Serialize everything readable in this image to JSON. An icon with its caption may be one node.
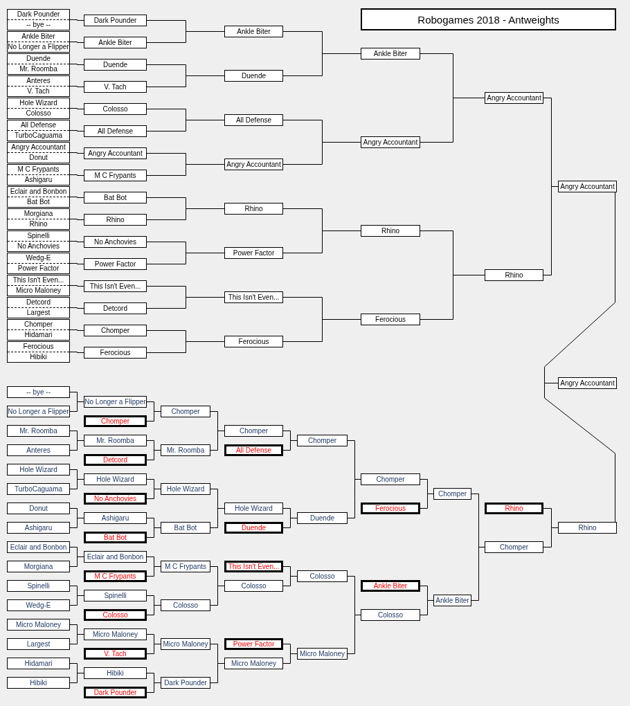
{
  "diagram": {
    "title": "Robogames 2018 - Antweights",
    "nodes": [
      {
        "text": [
          "Dark Pounder",
          "-- bye --"
        ]
      },
      {
        "text": [
          "Ankle Biter",
          "No Longer a Flipper"
        ]
      },
      {
        "text": [
          "Duende",
          "Mr. Roomba"
        ]
      },
      {
        "text": [
          "Anteres",
          "V. Tach"
        ]
      },
      {
        "text": [
          "Hole Wizard",
          "Colosso"
        ]
      },
      {
        "text": [
          "All Defense",
          "TurboCaguama"
        ]
      },
      {
        "text": [
          "Angry Accountant",
          "Donut"
        ]
      },
      {
        "text": [
          "M C Frypants",
          "Ashigaru"
        ]
      },
      {
        "text": [
          "Eclair and Bonbon",
          "Bat Bot"
        ]
      },
      {
        "text": [
          "Morgiana",
          "Rhino"
        ]
      },
      {
        "text": [
          "Spinelli",
          "No Anchovies"
        ]
      },
      {
        "text": [
          "Wedg-E",
          "Power Factor"
        ]
      },
      {
        "text": [
          "This Isn't Even...",
          "Micro Maloney"
        ]
      },
      {
        "text": [
          "Detcord",
          "Largest"
        ]
      },
      {
        "text": [
          "Chomper",
          "Hidamari"
        ]
      },
      {
        "text": [
          "Ferocious",
          "Hibiki"
        ]
      },
      {
        "text": [
          "Dark Pounder"
        ]
      },
      {
        "text": [
          "Ankle Biter"
        ]
      },
      {
        "text": [
          "Duende"
        ]
      },
      {
        "text": [
          "V. Tach"
        ]
      },
      {
        "text": [
          "Colosso"
        ]
      },
      {
        "text": [
          "All Defense"
        ]
      },
      {
        "text": [
          "Angry Accountant"
        ]
      },
      {
        "text": [
          "M C Frypants"
        ]
      },
      {
        "text": [
          "Bat Bot"
        ]
      },
      {
        "text": [
          "Rhino"
        ]
      },
      {
        "text": [
          "No Anchovies"
        ]
      },
      {
        "text": [
          "Power Factor"
        ]
      },
      {
        "text": [
          "This Isn't Even..."
        ]
      },
      {
        "text": [
          "Detcord"
        ]
      },
      {
        "text": [
          "Chomper"
        ]
      },
      {
        "text": [
          "Ferocious"
        ]
      },
      {
        "text": [
          "Ankle Biter"
        ]
      },
      {
        "text": [
          "Duende"
        ]
      },
      {
        "text": [
          "All Defense"
        ]
      },
      {
        "text": [
          "Angry Accountant"
        ]
      },
      {
        "text": [
          "Rhino"
        ]
      },
      {
        "text": [
          "Power Factor"
        ]
      },
      {
        "text": [
          "This Isn't Even..."
        ]
      },
      {
        "text": [
          "Ferocious"
        ]
      },
      {
        "text": [
          "Ankle Biter"
        ]
      },
      {
        "text": [
          "Angry Accountant"
        ]
      },
      {
        "text": [
          "Rhino"
        ]
      },
      {
        "text": [
          "Ferocious"
        ]
      },
      {
        "text": [
          "Angry Accountant"
        ]
      },
      {
        "text": [
          "Rhino"
        ]
      },
      {
        "text": [
          "Angry Accountant"
        ]
      },
      {
        "text": [
          "Angry Accountant"
        ]
      },
      {
        "text": [
          "-- bye --"
        ]
      },
      {
        "text": [
          "No Longer a Flipper"
        ]
      },
      {
        "text": [
          "Mr. Roomba"
        ]
      },
      {
        "text": [
          "Anteres"
        ]
      },
      {
        "text": [
          "Hole Wizard"
        ]
      },
      {
        "text": [
          "TurboCaguama"
        ]
      },
      {
        "text": [
          "Donut"
        ]
      },
      {
        "text": [
          "Ashigaru"
        ]
      },
      {
        "text": [
          "Eclair and Bonbon"
        ]
      },
      {
        "text": [
          "Morgiana"
        ]
      },
      {
        "text": [
          "Spinelli"
        ]
      },
      {
        "text": [
          "Wedg-E"
        ]
      },
      {
        "text": [
          "Micro Maloney"
        ]
      },
      {
        "text": [
          "Largest"
        ]
      },
      {
        "text": [
          "Hidamari"
        ]
      },
      {
        "text": [
          "Hibiki"
        ]
      },
      {
        "text": [
          "No Longer a Flipper"
        ]
      },
      {
        "text": [
          "Chomper"
        ]
      },
      {
        "text": [
          "Mr. Roomba"
        ]
      },
      {
        "text": [
          "Detcord"
        ]
      },
      {
        "text": [
          "Hole Wizard"
        ]
      },
      {
        "text": [
          "No Anchovies"
        ]
      },
      {
        "text": [
          "Ashigaru"
        ]
      },
      {
        "text": [
          "Bat Bot"
        ]
      },
      {
        "text": [
          "Eclair and Bonbon"
        ]
      },
      {
        "text": [
          "M C Frypants"
        ]
      },
      {
        "text": [
          "Spinelli"
        ]
      },
      {
        "text": [
          "Colosso"
        ]
      },
      {
        "text": [
          "Micro Maloney"
        ]
      },
      {
        "text": [
          "V. Tach"
        ]
      },
      {
        "text": [
          "Hibiki"
        ]
      },
      {
        "text": [
          "Dark Pounder"
        ]
      },
      {
        "text": [
          "Chomper"
        ]
      },
      {
        "text": [
          "Mr. Roomba"
        ]
      },
      {
        "text": [
          "Hole Wizard"
        ]
      },
      {
        "text": [
          "Bat Bot"
        ]
      },
      {
        "text": [
          "M C Frypants"
        ]
      },
      {
        "text": [
          "Colosso"
        ]
      },
      {
        "text": [
          "Micro Maloney"
        ]
      },
      {
        "text": [
          "Dark Pounder"
        ]
      },
      {
        "text": [
          "Chomper"
        ]
      },
      {
        "text": [
          "All Defense"
        ]
      },
      {
        "text": [
          "Hole Wizard"
        ]
      },
      {
        "text": [
          "Duende"
        ]
      },
      {
        "text": [
          "This Isn't Even..."
        ]
      },
      {
        "text": [
          "Colosso"
        ]
      },
      {
        "text": [
          "Power Factor"
        ]
      },
      {
        "text": [
          "Micro Maloney"
        ]
      },
      {
        "text": [
          "Chomper"
        ]
      },
      {
        "text": [
          "Duende"
        ]
      },
      {
        "text": [
          "Colosso"
        ]
      },
      {
        "text": [
          "Micro Maloney"
        ]
      },
      {
        "text": [
          "Chomper"
        ]
      },
      {
        "text": [
          "Ferocious"
        ]
      },
      {
        "text": [
          "Ankle Biter"
        ]
      },
      {
        "text": [
          "Colosso"
        ]
      },
      {
        "text": [
          "Chomper"
        ]
      },
      {
        "text": [
          "Ankle Biter"
        ]
      },
      {
        "text": [
          "Rhino"
        ]
      },
      {
        "text": [
          "Chomper"
        ]
      },
      {
        "text": [
          "Rhino"
        ]
      }
    ],
    "edges": [
      {
        "from": 0,
        "to": 16,
        "arrow": "none"
      },
      {
        "from": 1,
        "to": 17,
        "arrow": "none"
      },
      {
        "from": 2,
        "to": 18,
        "arrow": "none"
      },
      {
        "from": 3,
        "to": 19,
        "arrow": "none"
      },
      {
        "from": 4,
        "to": 20,
        "arrow": "none"
      },
      {
        "from": 5,
        "to": 21,
        "arrow": "none"
      },
      {
        "from": 6,
        "to": 22,
        "arrow": "none"
      },
      {
        "from": 7,
        "to": 23,
        "arrow": "none"
      },
      {
        "from": 8,
        "to": 24,
        "arrow": "none"
      },
      {
        "from": 9,
        "to": 25,
        "arrow": "none"
      },
      {
        "from": 10,
        "to": 26,
        "arrow": "none"
      },
      {
        "from": 11,
        "to": 27,
        "arrow": "none"
      },
      {
        "from": 12,
        "to": 28,
        "arrow": "none"
      },
      {
        "from": 13,
        "to": 29,
        "arrow": "none"
      },
      {
        "from": 14,
        "to": 30,
        "arrow": "none"
      },
      {
        "from": 15,
        "to": 31,
        "arrow": "none"
      },
      {
        "from": 16,
        "to": 32,
        "arrow": "none"
      },
      {
        "from": 17,
        "to": 32,
        "arrow": "none"
      },
      {
        "from": 18,
        "to": 33,
        "arrow": "none"
      },
      {
        "from": 19,
        "to": 33,
        "arrow": "none"
      },
      {
        "from": 20,
        "to": 34,
        "arrow": "none"
      },
      {
        "from": 21,
        "to": 34,
        "arrow": "none"
      },
      {
        "from": 22,
        "to": 35,
        "arrow": "none"
      },
      {
        "from": 23,
        "to": 35,
        "arrow": "none"
      },
      {
        "from": 24,
        "to": 36,
        "arrow": "none"
      },
      {
        "from": 25,
        "to": 36,
        "arrow": "none"
      },
      {
        "from": 26,
        "to": 37,
        "arrow": "none"
      },
      {
        "from": 27,
        "to": 37,
        "arrow": "none"
      },
      {
        "from": 28,
        "to": 38,
        "arrow": "none"
      },
      {
        "from": 29,
        "to": 38,
        "arrow": "none"
      },
      {
        "from": 30,
        "to": 39,
        "arrow": "none"
      },
      {
        "from": 31,
        "to": 39,
        "arrow": "none"
      },
      {
        "from": 32,
        "to": 40,
        "arrow": "none"
      },
      {
        "from": 33,
        "to": 40,
        "arrow": "none"
      },
      {
        "from": 34,
        "to": 41,
        "arrow": "none"
      },
      {
        "from": 35,
        "to": 41,
        "arrow": "none"
      },
      {
        "from": 36,
        "to": 42,
        "arrow": "none"
      },
      {
        "from": 37,
        "to": 42,
        "arrow": "none"
      },
      {
        "from": 38,
        "to": 43,
        "arrow": "none"
      },
      {
        "from": 39,
        "to": 43,
        "arrow": "none"
      },
      {
        "from": 40,
        "to": 44,
        "arrow": "none"
      },
      {
        "from": 41,
        "to": 44,
        "arrow": "none"
      },
      {
        "from": 42,
        "to": 45,
        "arrow": "none"
      },
      {
        "from": 43,
        "to": 45,
        "arrow": "none"
      },
      {
        "from": 44,
        "to": 46,
        "arrow": "none"
      },
      {
        "from": 45,
        "to": 46,
        "arrow": "none"
      },
      {
        "from": 46,
        "to": 47,
        "arrow": "none"
      },
      {
        "from": 48,
        "to": 64,
        "arrow": "none"
      },
      {
        "from": 49,
        "to": 64,
        "arrow": "none"
      },
      {
        "from": 50,
        "to": 66,
        "arrow": "none"
      },
      {
        "from": 51,
        "to": 66,
        "arrow": "none"
      },
      {
        "from": 52,
        "to": 68,
        "arrow": "none"
      },
      {
        "from": 53,
        "to": 68,
        "arrow": "none"
      },
      {
        "from": 54,
        "to": 70,
        "arrow": "none"
      },
      {
        "from": 55,
        "to": 70,
        "arrow": "none"
      },
      {
        "from": 56,
        "to": 72,
        "arrow": "none"
      },
      {
        "from": 57,
        "to": 72,
        "arrow": "none"
      },
      {
        "from": 58,
        "to": 74,
        "arrow": "none"
      },
      {
        "from": 59,
        "to": 74,
        "arrow": "none"
      },
      {
        "from": 60,
        "to": 76,
        "arrow": "none"
      },
      {
        "from": 61,
        "to": 76,
        "arrow": "none"
      },
      {
        "from": 62,
        "to": 78,
        "arrow": "none"
      },
      {
        "from": 63,
        "to": 78,
        "arrow": "none"
      },
      {
        "from": 64,
        "to": 80,
        "arrow": "none"
      },
      {
        "from": 65,
        "to": 80,
        "arrow": "none"
      },
      {
        "from": 66,
        "to": 81,
        "arrow": "none"
      },
      {
        "from": 67,
        "to": 81,
        "arrow": "none"
      },
      {
        "from": 68,
        "to": 82,
        "arrow": "none"
      },
      {
        "from": 69,
        "to": 82,
        "arrow": "none"
      },
      {
        "from": 70,
        "to": 83,
        "arrow": "none"
      },
      {
        "from": 71,
        "to": 83,
        "arrow": "none"
      },
      {
        "from": 72,
        "to": 84,
        "arrow": "none"
      },
      {
        "from": 73,
        "to": 84,
        "arrow": "none"
      },
      {
        "from": 74,
        "to": 85,
        "arrow": "none"
      },
      {
        "from": 75,
        "to": 85,
        "arrow": "none"
      },
      {
        "from": 76,
        "to": 86,
        "arrow": "none"
      },
      {
        "from": 77,
        "to": 86,
        "arrow": "none"
      },
      {
        "from": 78,
        "to": 87,
        "arrow": "none"
      },
      {
        "from": 79,
        "to": 87,
        "arrow": "none"
      },
      {
        "from": 80,
        "to": 88,
        "arrow": "none"
      },
      {
        "from": 81,
        "to": 88,
        "arrow": "none"
      },
      {
        "from": 82,
        "to": 90,
        "arrow": "none"
      },
      {
        "from": 83,
        "to": 90,
        "arrow": "none"
      },
      {
        "from": 84,
        "to": 93,
        "arrow": "none"
      },
      {
        "from": 85,
        "to": 93,
        "arrow": "none"
      },
      {
        "from": 86,
        "to": 95,
        "arrow": "none"
      },
      {
        "from": 87,
        "to": 95,
        "arrow": "none"
      },
      {
        "from": 88,
        "to": 96,
        "arrow": "none"
      },
      {
        "from": 89,
        "to": 96,
        "arrow": "none"
      },
      {
        "from": 90,
        "to": 97,
        "arrow": "none"
      },
      {
        "from": 91,
        "to": 97,
        "arrow": "none"
      },
      {
        "from": 92,
        "to": 98,
        "arrow": "none"
      },
      {
        "from": 93,
        "to": 98,
        "arrow": "none"
      },
      {
        "from": 94,
        "to": 99,
        "arrow": "none"
      },
      {
        "from": 95,
        "to": 99,
        "arrow": "none"
      },
      {
        "from": 96,
        "to": 100,
        "arrow": "none"
      },
      {
        "from": 97,
        "to": 100,
        "arrow": "none"
      },
      {
        "from": 98,
        "to": 103,
        "arrow": "none"
      },
      {
        "from": 99,
        "to": 103,
        "arrow": "none"
      },
      {
        "from": 100,
        "to": 104,
        "arrow": "none"
      },
      {
        "from": 101,
        "to": 104,
        "arrow": "none"
      },
      {
        "from": 102,
        "to": 105,
        "arrow": "none"
      },
      {
        "from": 103,
        "to": 105,
        "arrow": "none"
      },
      {
        "from": 104,
        "to": 107,
        "arrow": "none"
      },
      {
        "from": 105,
        "to": 107,
        "arrow": "none"
      },
      {
        "from": 106,
        "to": 108,
        "arrow": "none"
      },
      {
        "from": 107,
        "to": 108,
        "arrow": "none"
      },
      {
        "from": 108,
        "to": 47,
        "arrow": "none"
      }
    ]
  }
}
